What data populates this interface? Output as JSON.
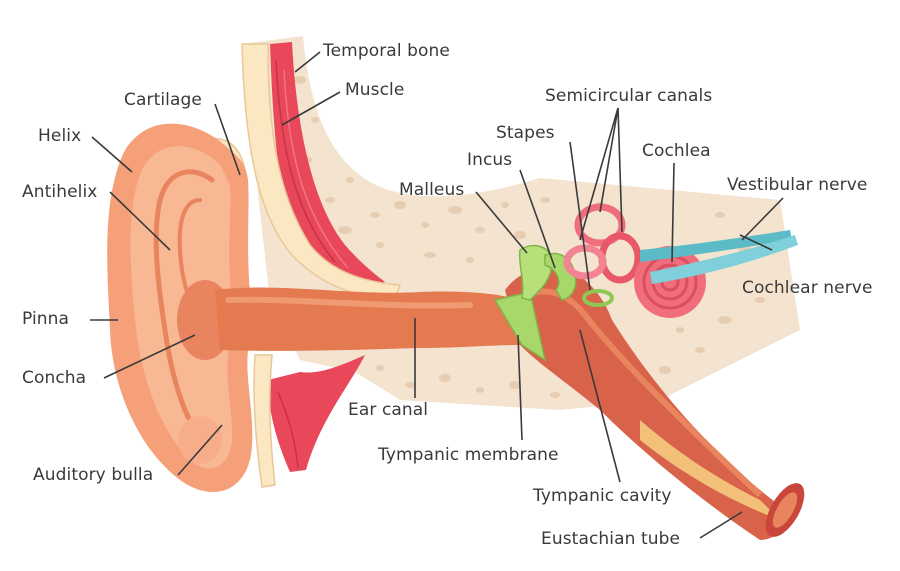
{
  "diagram": {
    "labels": {
      "temporal_bone": "Temporal bone",
      "muscle": "Muscle",
      "cartilage": "Cartilage",
      "helix": "Helix",
      "antihelix": "Antihelix",
      "pinna": "Pinna",
      "concha": "Concha",
      "auditory_bulla": "Auditory bulla",
      "ear_canal": "Ear canal",
      "tympanic_membrane": "Tympanic membrane",
      "tympanic_cavity": "Tympanic cavity",
      "eustachian_tube": "Eustachian tube",
      "semicircular_canals": "Semicircular canals",
      "stapes": "Stapes",
      "incus": "Incus",
      "malleus": "Malleus",
      "cochlea": "Cochlea",
      "vestibular_nerve": "Vestibular nerve",
      "cochlear_nerve": "Cochlear nerve"
    },
    "colors": {
      "bone": "#f3e3cf",
      "bone_pore": "#e7cdb2",
      "skin": "#f6a07a",
      "skin_dark": "#e8845e",
      "skin_light": "#f9b894",
      "cartilage": "#fbe7c2",
      "muscle": "#e8485a",
      "canal": "#e57a50",
      "cochlea": "#f06d7c",
      "ossicle": "#a8d86a",
      "nerve": "#5bbcc8",
      "leader": "#3a3a3a",
      "text": "#3a3a3a"
    }
  }
}
